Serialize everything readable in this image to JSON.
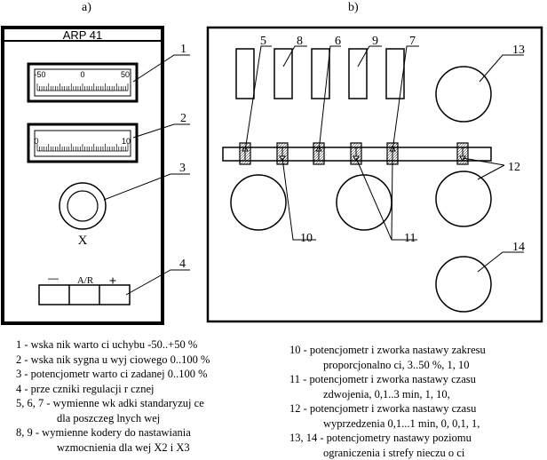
{
  "panel_labels": {
    "a": "a)",
    "b": "b)"
  },
  "device": {
    "title": "ARP 41",
    "meter1": {
      "left": "-50",
      "mid": "0",
      "right": "50"
    },
    "meter2": {
      "left": "0",
      "right": "10"
    },
    "knob_label": "X",
    "switch": {
      "minus": "—",
      "mode": "A/R",
      "plus": "+"
    }
  },
  "callouts_a": [
    "1",
    "2",
    "3",
    "4"
  ],
  "callouts_b": {
    "n5": "5",
    "n6": "6",
    "n7": "7",
    "n8": "8",
    "n9": "9",
    "n10": "10",
    "n11": "11",
    "n12": "12",
    "n13": "13",
    "n14": "14"
  },
  "legend_left": [
    {
      "text": "1 - wska  nik warto  ci uchybu -50..+50 %",
      "cont": false
    },
    {
      "text": "2 - wska  nik sygna  u wyj  ciowego 0..100 %",
      "cont": false
    },
    {
      "text": "3 - potencjometr warto  ci zadanej 0..100 %",
      "cont": false
    },
    {
      "text": "4 - prze     czniki regulacji r   cznej",
      "cont": false
    },
    {
      "text": "5, 6, 7 - wymienne wk   adki standaryzuj  ce",
      "cont": false
    },
    {
      "text": "dla poszczeg  lnych wej",
      "cont": true
    },
    {
      "text": "8, 9 - wymienne kodery do nastawiania",
      "cont": false
    },
    {
      "text": "wzmocnienia dla wej      X2 i X3",
      "cont": true
    }
  ],
  "legend_right": [
    {
      "text": "10 -  potencjometr i zworka nastawy zakresu",
      "cont": false
    },
    {
      "text": "proporcjonalno  ci, 3..50 %,   1,   10",
      "cont": true
    },
    {
      "text": "11 - potencjometr i zworka nastawy czasu",
      "cont": false
    },
    {
      "text": "zdwojenia, 0,1..3 min,    1,   10,",
      "cont": true
    },
    {
      "text": "12 - potencjometr i zworka nastawy czasu",
      "cont": false
    },
    {
      "text": "wyprzedzenia 0,1...1 min,   0,   0,1,   1,",
      "cont": true
    },
    {
      "text": "13, 14 - potencjometry nastawy poziomu",
      "cont": false
    },
    {
      "text": "ograniczenia i strefy nieczu  o  ci",
      "cont": true
    }
  ]
}
